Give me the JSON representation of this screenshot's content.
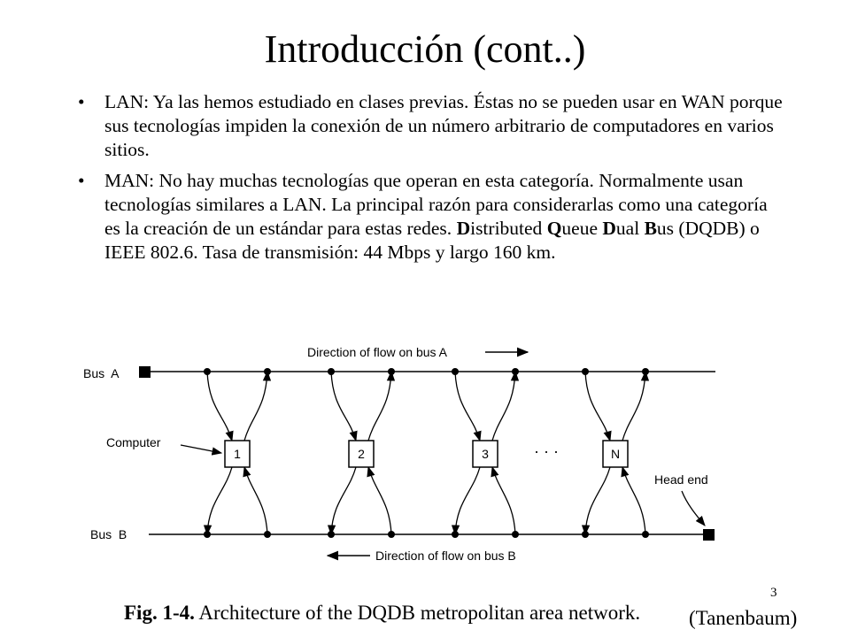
{
  "slide": {
    "title": "Introducción (cont..)",
    "page_number": "3",
    "bullet_char": "•"
  },
  "bullets": [
    {
      "text": "LAN: Ya las hemos estudiado en clases previas. Éstas no se pueden usar en WAN porque sus tecnologías impiden la conexión de un número arbitrario de computadores en varios sitios."
    },
    {
      "part1": "MAN: No hay muchas tecnologías que operan en esta categoría. Normalmente usan tecnologías similares a LAN. La principal razón para considerarlas como una categoría es la creación de un estándar para estas redes. ",
      "d_bold": "D",
      "d_rest": "istributed ",
      "q_bold": "Q",
      "q_rest": "ueue ",
      "du_bold": "D",
      "du_rest": "ual ",
      "b_bold": "B",
      "b_rest": "us (DQDB) o IEEE 802.6. Tasa de transmisión: 44 Mbps y largo 160 km."
    }
  ],
  "figure": {
    "bus_a_label": "Bus  A",
    "bus_b_label": "Bus  B",
    "flow_a_label": "Direction of flow on bus A",
    "flow_b_label": "Direction of flow on bus B",
    "computer_label": "Computer",
    "head_end_label": "Head end",
    "nodes": [
      "1",
      "2",
      "3",
      "N"
    ],
    "ellipsis": "· · ·",
    "caption_fig": "Fig.  1-4.",
    "caption_text": "  Architecture of the DQDB metropolitan area network.",
    "credit": "(Tanenbaum)"
  }
}
